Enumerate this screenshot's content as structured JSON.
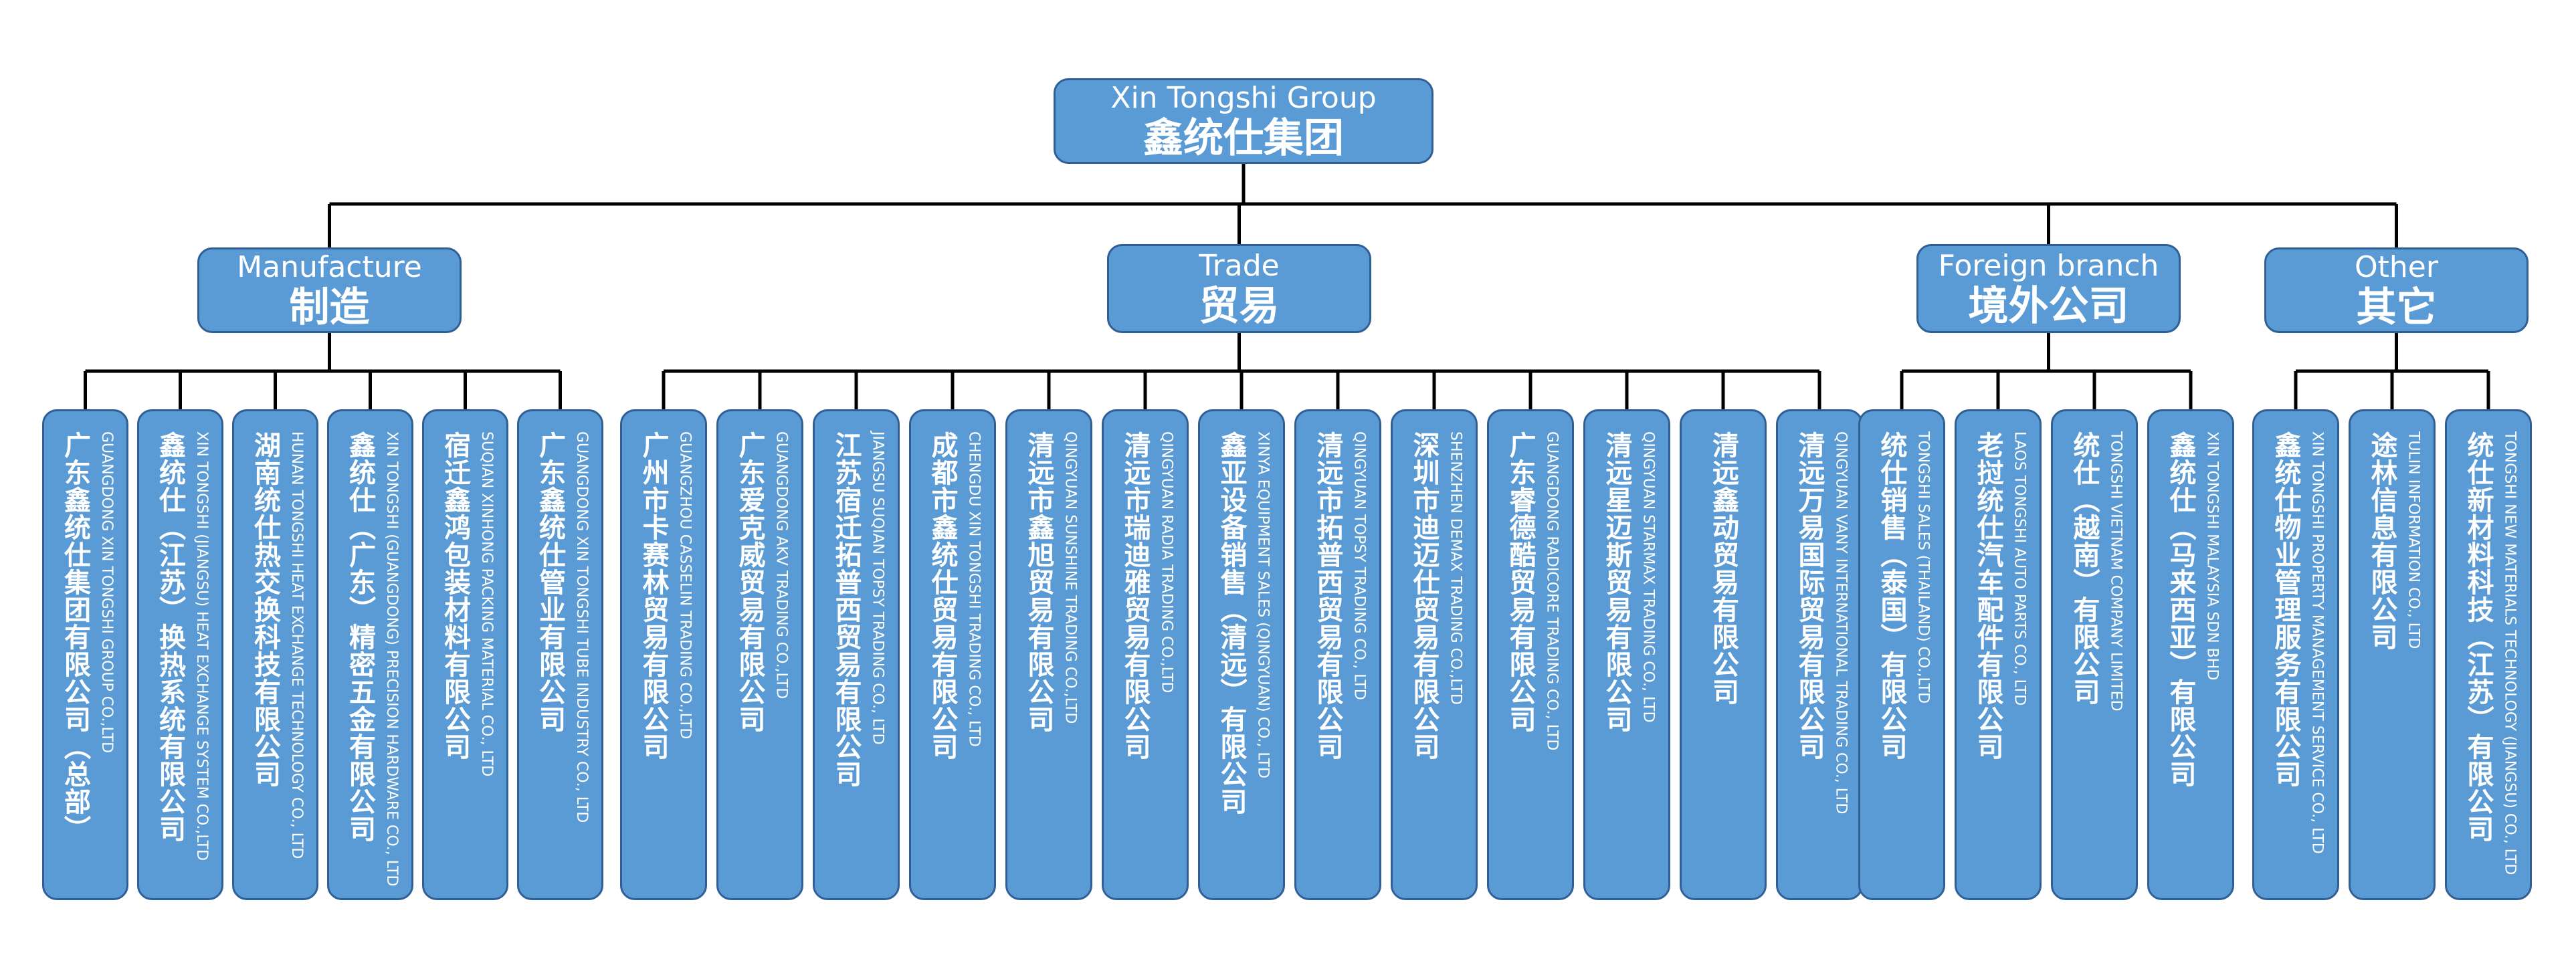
{
  "root": {
    "en": "Xin Tongshi Group",
    "zh": "鑫统仕集团"
  },
  "categories": [
    {
      "en": "Manufacture",
      "zh": "制造"
    },
    {
      "en": "Trade",
      "zh": "贸易"
    },
    {
      "en": "Foreign branch",
      "zh": "境外公司"
    },
    {
      "en": "Other",
      "zh": "其它"
    }
  ],
  "groups": [
    [
      {
        "en": "GUANGDONG XIN TONGSHI GROUP CO.,LTD",
        "zh": "广东鑫统仕集团有限公司（总部）"
      },
      {
        "en": "XIN TONGSHI (JIANGSU) HEAT EXCHANGE SYSTEM CO.,LTD",
        "zh": "鑫统仕（江苏）换热系统有限公司"
      },
      {
        "en": "HUNAN TONGSHI HEAT EXCHANGE TECHNOLOGY CO., LTD",
        "zh": "湖南统仕热交换科技有限公司"
      },
      {
        "en": "XIN TONGSHI (GUANGDONG) PRECISION HARDWARE CO., LTD",
        "zh": "鑫统仕（广东）精密五金有限公司"
      },
      {
        "en": "SUQIAN XINHONG PACKING MATERIAL CO., LTD",
        "zh": "宿迁鑫鸿包装材料有限公司"
      },
      {
        "en": "GUANGDONG XIN TONGSHI TUBE INDUSTRY CO., LTD",
        "zh": "广东鑫统仕管业有限公司"
      }
    ],
    [
      {
        "en": "GUANGZHOU CASSELIN TRADING CO.,LTD",
        "zh": "广州市卡赛林贸易有限公司"
      },
      {
        "en": "GUANGDONG AKV TRADING CO.,LTD",
        "zh": "广东爱克威贸易有限公司"
      },
      {
        "en": "JIANGSU SUQIAN TOPSY TRADING CO., LTD",
        "zh": "江苏宿迁拓普西贸易有限公司"
      },
      {
        "en": "CHENGDU XIN TONGSHI TRADING CO., LTD",
        "zh": "成都市鑫统仕贸易有限公司"
      },
      {
        "en": "QINGYUAN SUNSHINE TRADING CO.,LTD",
        "zh": "清远市鑫旭贸易有限公司"
      },
      {
        "en": "QINGYUAN RADIA TRADING CO.,LTD",
        "zh": "清远市瑞迪雅贸易有限公司"
      },
      {
        "en": "XINYA EQUIPMENT SALES (QINGYUAN) CO., LTD",
        "zh": "鑫亚设备销售（清远）有限公司"
      },
      {
        "en": "QINGYUAN TOPSY TRADING CO., LTD",
        "zh": "清远市拓普西贸易有限公司"
      },
      {
        "en": "SHENZHEN DEMAX TRADING CO.,LTD",
        "zh": "深圳市迪迈仕贸易有限公司"
      },
      {
        "en": "GUANGDONG RADICORE TRADING CO., LTD",
        "zh": "广东睿德酷贸易有限公司"
      },
      {
        "en": "QINGYUAN STARMAX TRADING CO., LTD",
        "zh": "清远星迈斯贸易有限公司"
      },
      {
        "en": "",
        "zh": "清远鑫动贸易有限公司"
      },
      {
        "en": "QINGYUAN VANY INTERNATIONAL TRADING CO., LTD",
        "zh": "清远万易国际贸易有限公司"
      }
    ],
    [
      {
        "en": "TONGSHI SALES (THAILAND) CO.,LTD",
        "zh": "统仕销售（泰国）有限公司"
      },
      {
        "en": "LAOS TONGSHI AUTO PARTS CO., LTD",
        "zh": "老挝统仕汽车配件有限公司"
      },
      {
        "en": "TONGSHI VIETNAM COMPANY LIMITED",
        "zh": "统仕（越南）有限公司"
      },
      {
        "en": "XIN TONGSHI MALAYSIA SDN BHD",
        "zh": "鑫统仕（马来西亚）有限公司"
      }
    ],
    [
      {
        "en": "XIN TONGSHI PROPERTY MANAGEMENT SERVICE CO., LTD",
        "zh": "鑫统仕物业管理服务有限公司"
      },
      {
        "en": "TULIN INFORMATION CO., LTD",
        "zh": "途林信息有限公司"
      },
      {
        "en": "TONGSHI NEW MATERIALS TECHNOLOGY (JIANGSU) CO., LTD",
        "zh": "统仕新材料科技（江苏）有限公司"
      }
    ]
  ]
}
